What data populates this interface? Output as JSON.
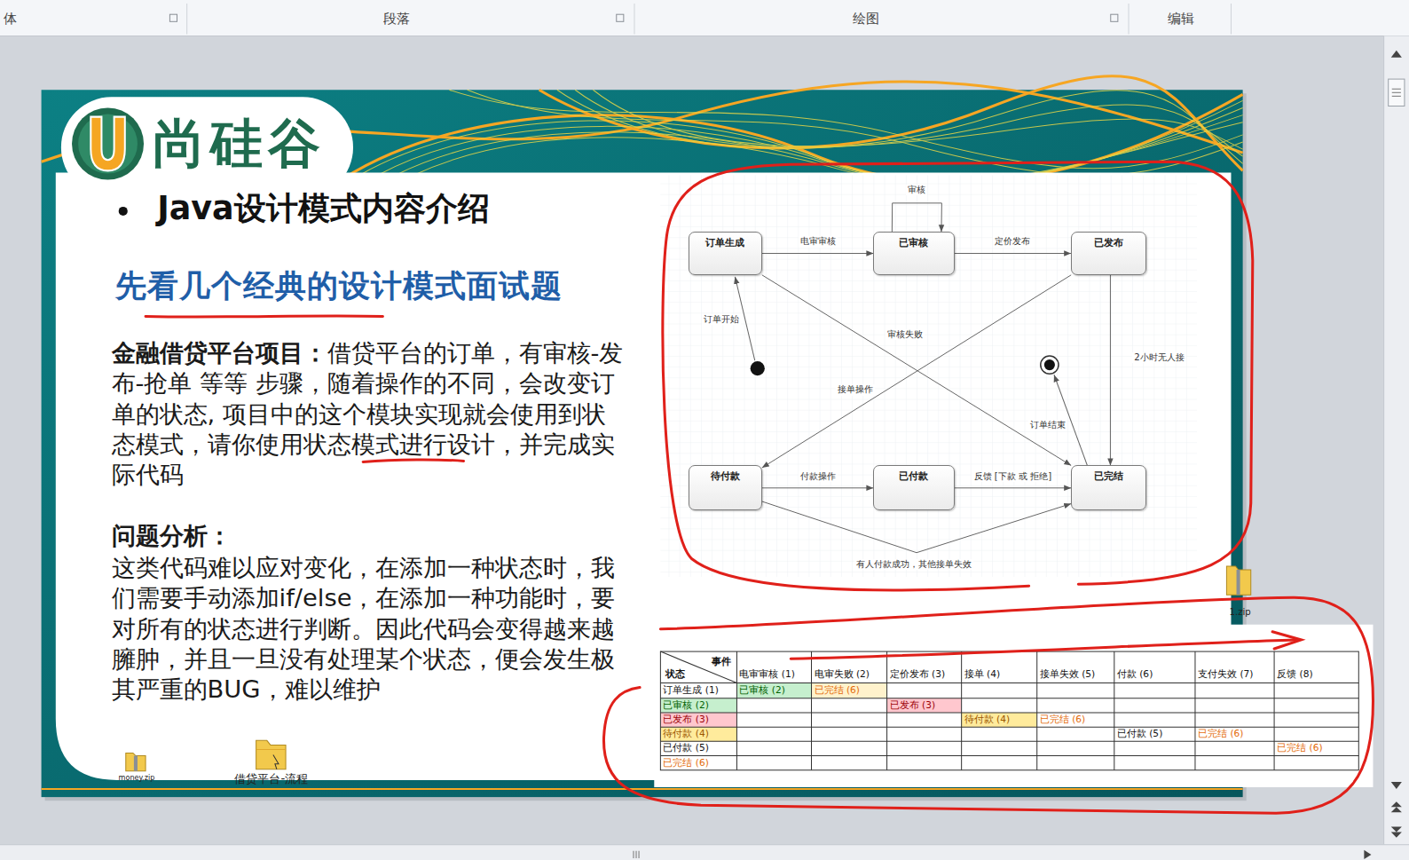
{
  "diagram": {
    "title": "Java设计模式内容介绍",
    "nodes": [
      {
        "text": [
          "订单生成"
        ]
      },
      {
        "text": [
          "已审核"
        ]
      },
      {
        "text": [
          "已发布"
        ]
      },
      {
        "text": [
          "待付款"
        ]
      },
      {
        "text": [
          "已付款"
        ]
      },
      {
        "text": [
          "已完结"
        ]
      }
    ],
    "edges": [
      {
        "from": 0,
        "to": 1,
        "label": "电审审核",
        "arrow": "to"
      },
      {
        "from": 1,
        "to": 1,
        "label": "审核",
        "arrow": "to"
      },
      {
        "from": 1,
        "to": 2,
        "label": "定价发布",
        "arrow": "to"
      },
      {
        "from": 2,
        "to": 5,
        "label": "2小时无人接",
        "arrow": "to"
      },
      {
        "from": 0,
        "to": 5,
        "label": "审核失败",
        "arrow": "to"
      },
      {
        "from": 2,
        "to": 3,
        "label": "接单操作",
        "arrow": "to"
      },
      {
        "from": 3,
        "to": 4,
        "label": "付款操作",
        "arrow": "to"
      },
      {
        "from": 4,
        "to": 5,
        "label": "反馈 [下款 或 拒绝]",
        "arrow": "to"
      },
      {
        "from": 3,
        "to": 5,
        "label": "有人付款成功，其他接单失效",
        "arrow": "to"
      }
    ],
    "labels": [
      "体",
      "段落",
      "绘图",
      "编辑",
      "尚硅谷",
      "先看几个经典的设计模式面试题",
      "金融借贷平台项目：",
      "借贷平台的订单，有审核-发布-抢单 等等 步骤，随着操作的不同，会改变订单的状态, 项目中的这个模块实现就会使用到状态模式，请你使用状态模式进行设计，并完成实际代码",
      "问题分析：",
      "这类代码难以应对变化，在添加一种状态时，我们需要手动添加if/else，在添加一种功能时，要对所有的状态进行判断。因此代码会变得越来越臃肿，并且一旦没有处理某个状态，便会发生极其严重的BUG，难以维护",
      "money.zip",
      "借贷平台-流程",
      "1.zip",
      "订单开始",
      "订单结束",
      "事件",
      "状态",
      "电审审核 (1)",
      "电审失败 (2)",
      "定价发布 (3)",
      "接单 (4)",
      "接单失效 (5)",
      "付款 (6)",
      "支付失效 (7)",
      "反馈 (8)",
      "订单生成 (1)",
      "已审核 (2)",
      "已发布 (3)",
      "待付款 (4)",
      "已付款 (5)",
      "已完结 (6)",
      "已审核 (2)",
      "已完结 (6)",
      "已发布 (3)",
      "待付款 (4)",
      "已完结 (6)",
      "已付款 (5)",
      "已完结 (6)",
      "已完结 (6)"
    ]
  }
}
